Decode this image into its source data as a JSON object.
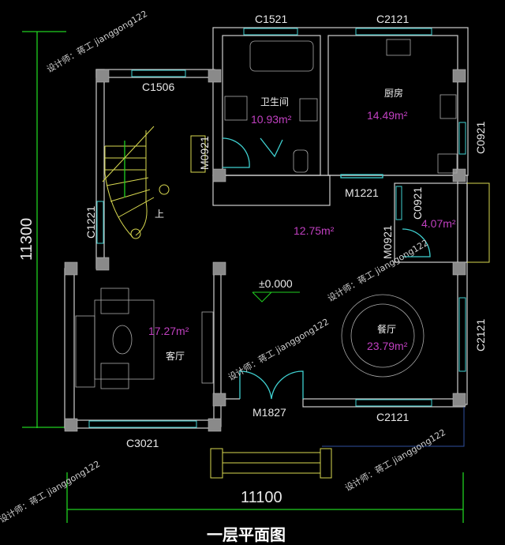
{
  "title": "一层平面图",
  "dimensions": {
    "width": "11100",
    "height": "11300"
  },
  "elevation": "±0.000",
  "windows": {
    "top_bath": "C1521",
    "top_kitchen": "C2121",
    "stair_top": "C1506",
    "kitchen_side": "C0921",
    "small_room": "C0921",
    "stair_side": "C1221",
    "dining_side": "C2121",
    "front": "C2121",
    "living_front": "C3021"
  },
  "doors": {
    "bath": "M0921",
    "kitchen": "M1221",
    "small_room": "M0921",
    "entrance": "M1827"
  },
  "rooms": [
    {
      "name": "卫生间",
      "area": "10.93m²"
    },
    {
      "name": "厨房",
      "area": "14.49m²"
    },
    {
      "name": "",
      "area": "4.07m²"
    },
    {
      "name": "",
      "area": "12.75m²"
    },
    {
      "name": "客厅",
      "area": "17.27m²"
    },
    {
      "name": "餐厅",
      "area": "23.79m²"
    }
  ],
  "stair_label": "上",
  "watermark": "设计师：蒋工 jianggong122"
}
